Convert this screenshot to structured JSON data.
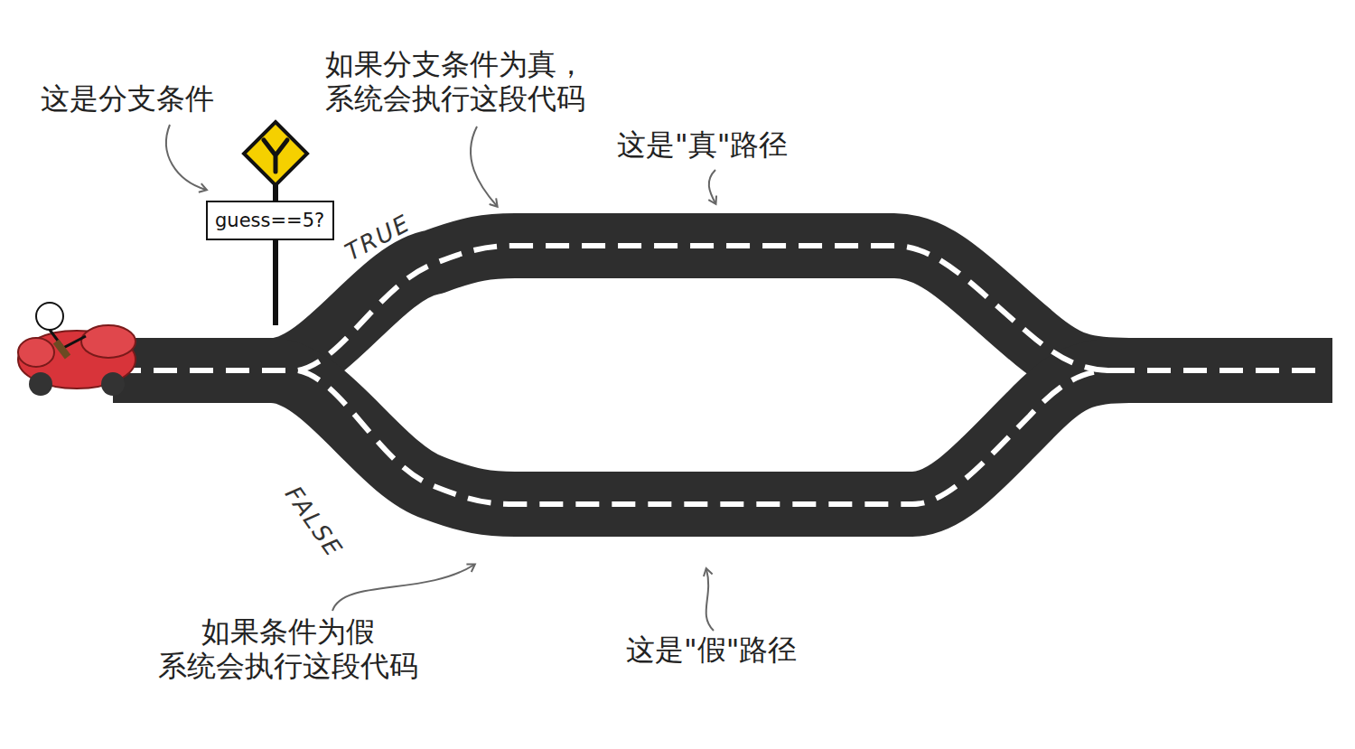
{
  "diagram": {
    "nodes": [
      {
        "text": [
          "guess==5?"
        ]
      }
    ],
    "labels": [
      "这是分支条件",
      "如果分支条件为真， 系统会执行这段代码",
      "这是\"真\"路径",
      "TRUE",
      "FALSE",
      "如果条件为假 系统会执行这段代码",
      "这是\"假\"路径"
    ]
  }
}
